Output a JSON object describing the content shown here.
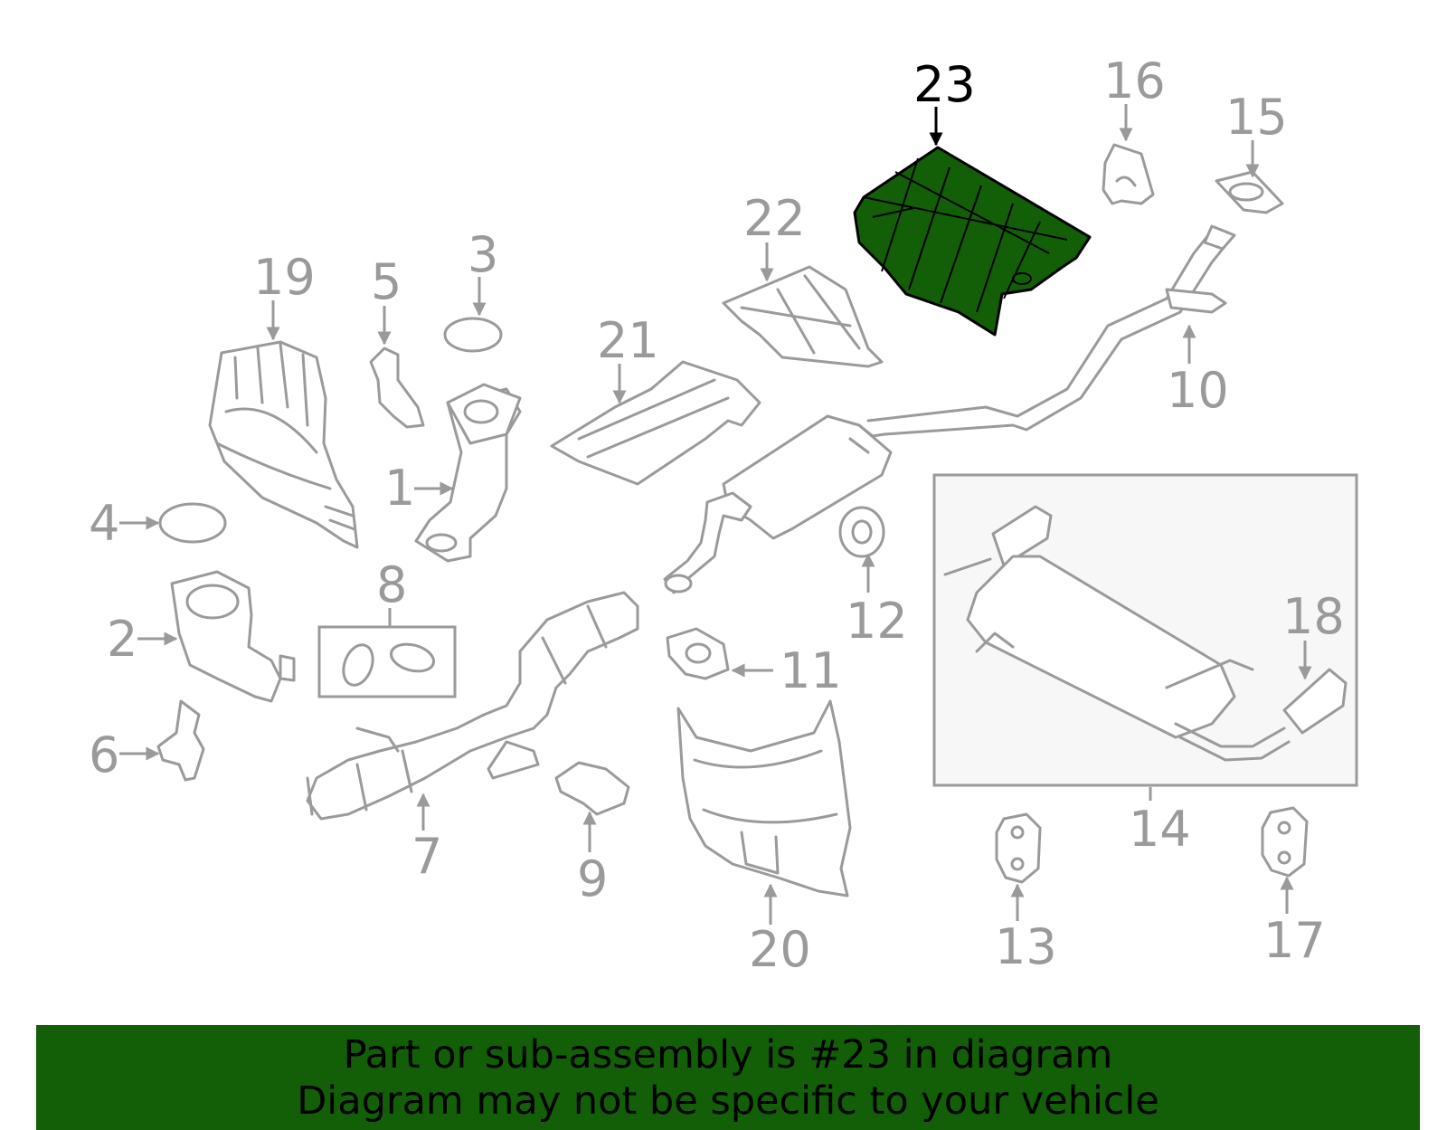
{
  "diagram": {
    "highlight_color": "#125f08",
    "callouts": {
      "c1": "1",
      "c2": "2",
      "c3": "3",
      "c4": "4",
      "c5": "5",
      "c6": "6",
      "c7": "7",
      "c8": "8",
      "c9": "9",
      "c10": "10",
      "c11": "11",
      "c12": "12",
      "c13": "13",
      "c14": "14",
      "c15": "15",
      "c16": "16",
      "c17": "17",
      "c18": "18",
      "c19": "19",
      "c20": "20",
      "c21": "21",
      "c22": "22",
      "c23": "23"
    }
  },
  "banner": {
    "line1": "Part or sub-assembly is #23 in diagram",
    "line2": "Diagram may not be specific to your vehicle"
  }
}
